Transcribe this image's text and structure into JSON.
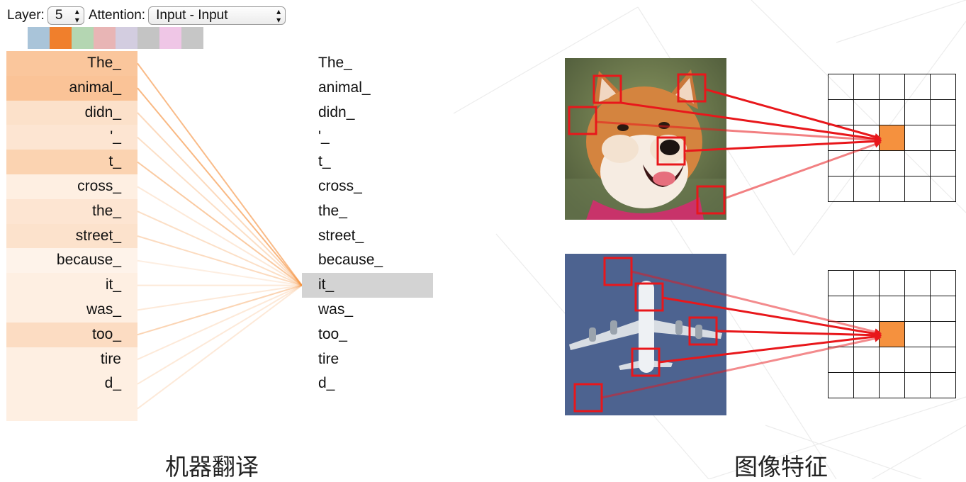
{
  "controls": {
    "layer_label": "Layer:",
    "layer_value": "5",
    "attention_label": "Attention:",
    "attention_value": "Input - Input"
  },
  "head_colors": [
    "#a9c4d9",
    "#f07f2c",
    "#b4d6b2",
    "#e8b5b5",
    "#d3cde0",
    "#c4c4c4",
    "#efc6e6",
    "#c6c6c6"
  ],
  "tokens": [
    "The_",
    "animal_",
    "didn_",
    "'_",
    "t_",
    "cross_",
    "the_",
    "street_",
    "because_",
    "it_",
    "was_",
    "too_",
    "tire",
    "d_",
    ""
  ],
  "selected_token_index": 9,
  "attention_weights": [
    0.62,
    0.66,
    0.28,
    0.22,
    0.46,
    0.1,
    0.22,
    0.26,
    0.04,
    0.1,
    0.1,
    0.34,
    0.1,
    0.1,
    0.1
  ],
  "attention_color": "#f5913e",
  "selection_color": "#d3d3d3",
  "highlight_color": "#f5913e",
  "box_color": "#e8171b",
  "images": {
    "dog": {
      "subject": "shiba-inu-dog-photo"
    },
    "plane": {
      "subject": "airplane-underside-photo"
    }
  },
  "captions": {
    "left": "机器翻译",
    "right": "图像特征"
  }
}
